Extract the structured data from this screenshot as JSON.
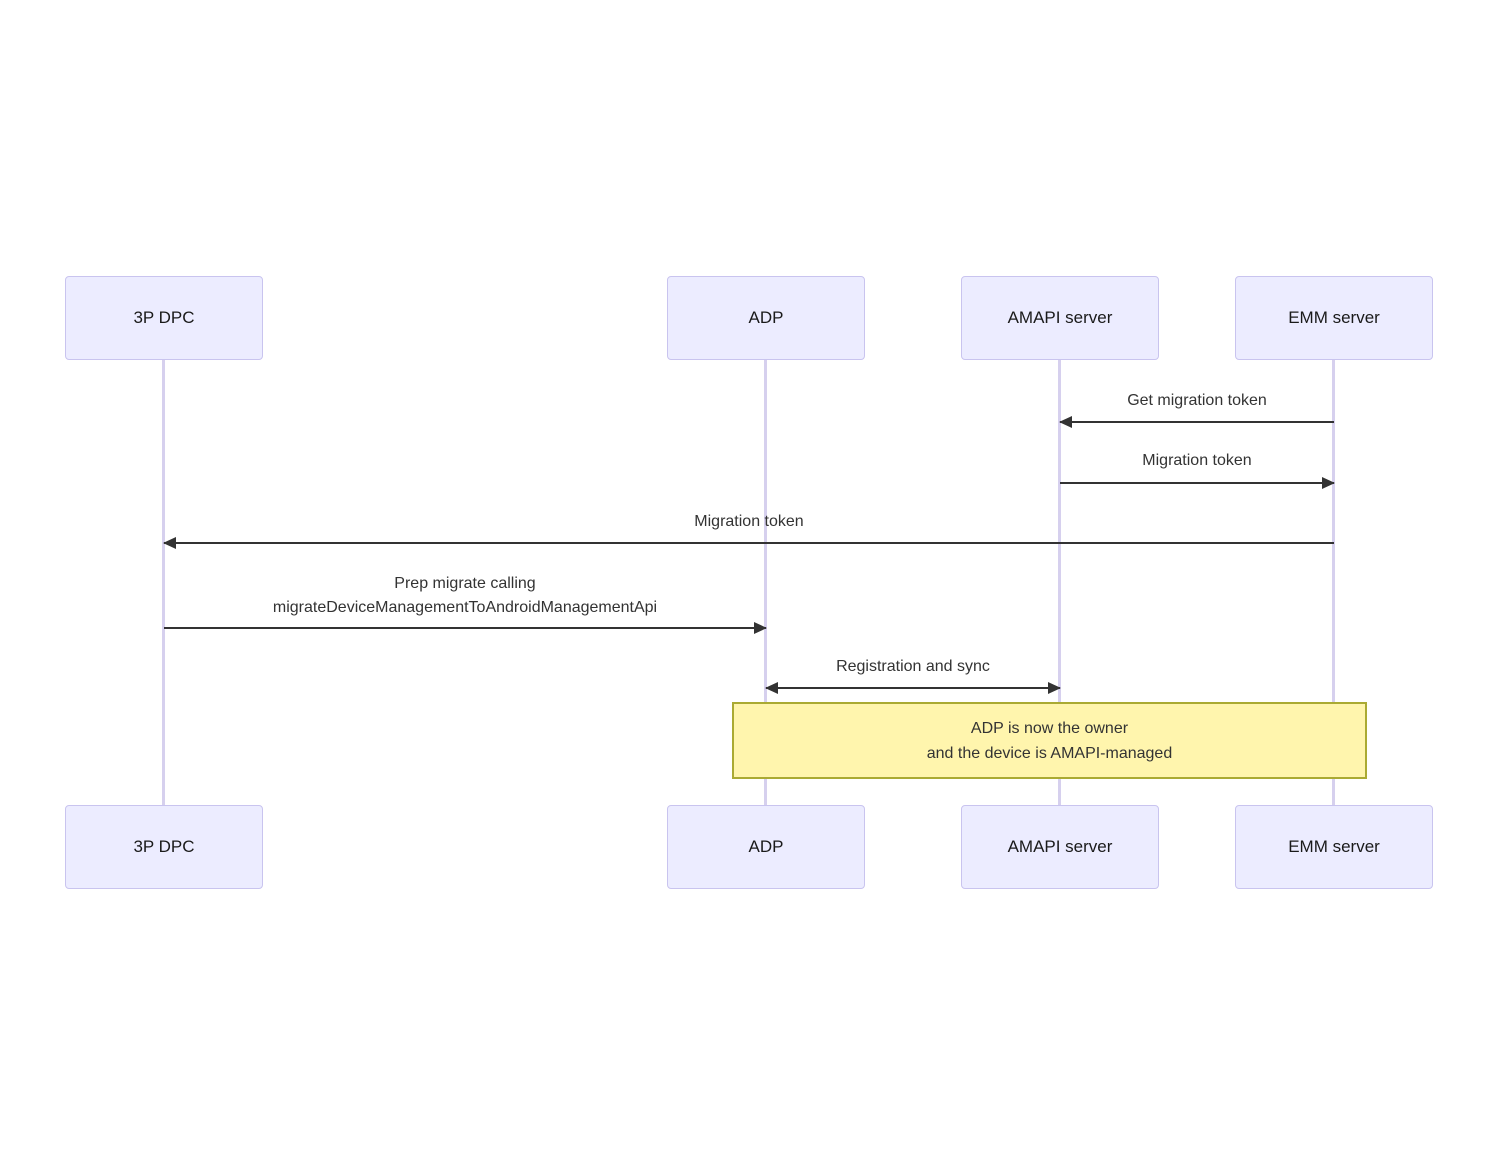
{
  "diagram_type": "sequence",
  "actors": [
    {
      "id": "3p-dpc",
      "label": "3P DPC"
    },
    {
      "id": "adp",
      "label": "ADP"
    },
    {
      "id": "amapi-server",
      "label": "AMAPI server"
    },
    {
      "id": "emm-server",
      "label": "EMM server"
    }
  ],
  "messages": [
    {
      "label": "Get migration token",
      "from": "EMM server",
      "to": "AMAPI server",
      "direction": "left",
      "arrow": "solid"
    },
    {
      "label": "Migration token",
      "from": "AMAPI server",
      "to": "EMM server",
      "direction": "right",
      "arrow": "solid"
    },
    {
      "label": "Migration token",
      "from": "EMM server",
      "to": "3P DPC",
      "direction": "left",
      "arrow": "solid"
    },
    {
      "label": "Prep migrate calling\nmigrateDeviceManagementToAndroidManagementApi",
      "from": "3P DPC",
      "to": "ADP",
      "direction": "right",
      "arrow": "solid"
    },
    {
      "label": "Registration and sync",
      "from": "ADP",
      "to": "AMAPI server",
      "direction": "both",
      "arrow": "solid"
    }
  ],
  "note": {
    "text": "ADP is now the owner\nand the device is AMAPI-managed",
    "over": [
      "ADP",
      "AMAPI server",
      "EMM server"
    ]
  },
  "colors": {
    "actor_fill": "#ECECFF",
    "actor_border": "#c9c4ef",
    "lifeline": "#d6d0ee",
    "arrow": "#333333",
    "label_text": "#333333",
    "actor_text": "#1a1a1a",
    "note_fill": "#fff5ad",
    "note_border": "#aaaa33",
    "background": "#ffffff"
  }
}
